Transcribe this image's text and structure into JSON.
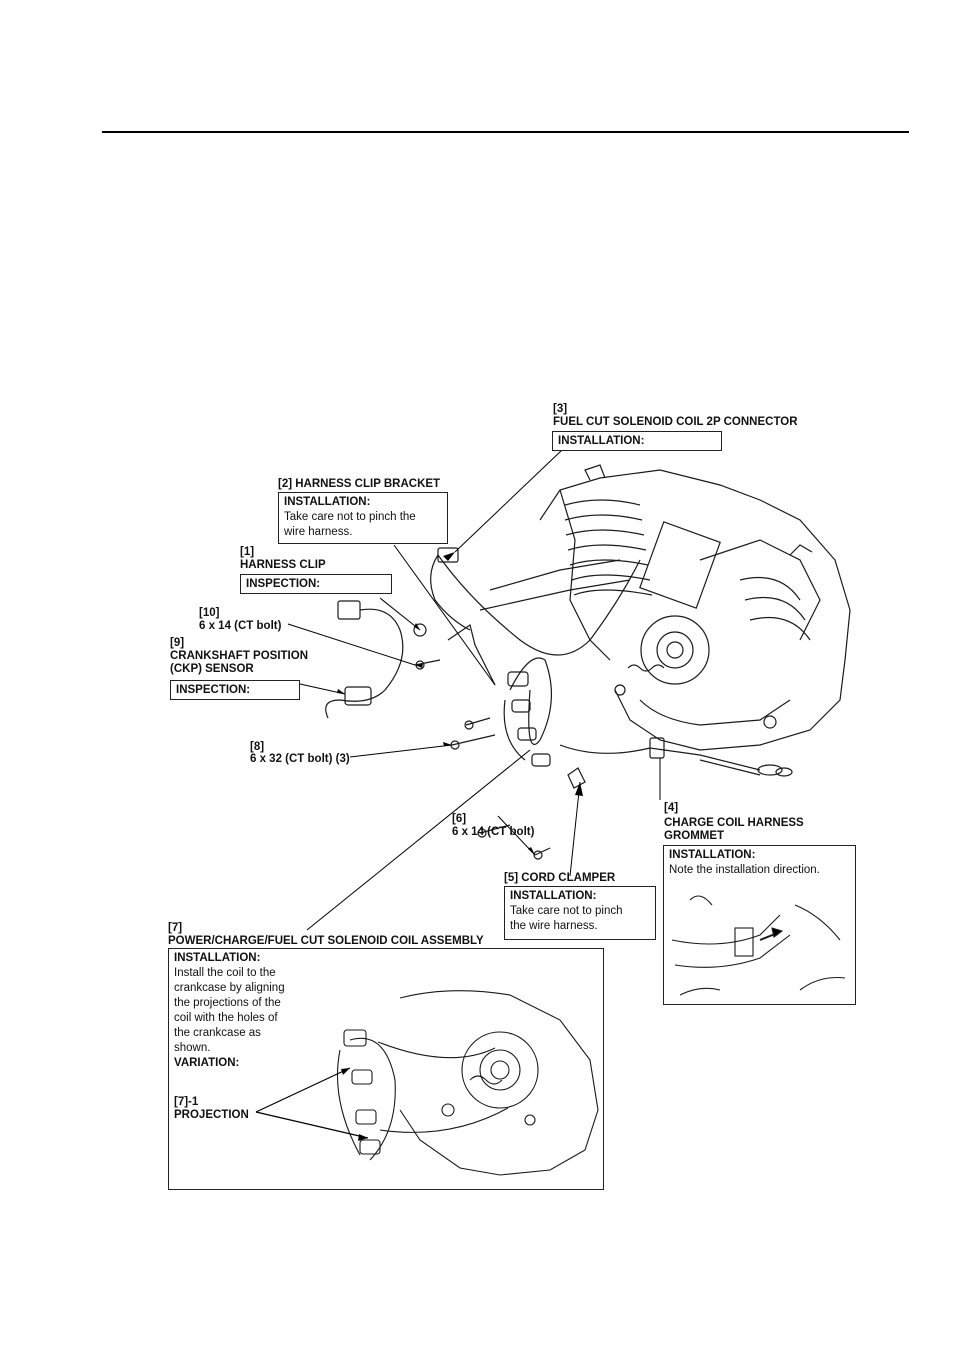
{
  "callouts": {
    "c3": {
      "num": "[3]",
      "name": "FUEL CUT SOLENOID COIL 2P CONNECTOR",
      "box_heading": "INSTALLATION:"
    },
    "c2": {
      "name": "[2] HARNESS CLIP BRACKET",
      "box_heading": "INSTALLATION:",
      "box_text_1": "Take care not to pinch the",
      "box_text_2": "wire harness."
    },
    "c1": {
      "num": "[1]",
      "name": "HARNESS CLIP",
      "box_heading": "INSPECTION:"
    },
    "c10": {
      "num": "[10]",
      "name": "6 x 14 (CT bolt)"
    },
    "c9": {
      "num": "[9]",
      "name_1": "CRANKSHAFT POSITION",
      "name_2": "(CKP) SENSOR",
      "box_heading": "INSPECTION:"
    },
    "c8": {
      "num": "[8]",
      "name": "6 x 32 (CT bolt) (3)"
    },
    "c6": {
      "num": "[6]",
      "name": "6 x 14 (CT bolt)"
    },
    "c4": {
      "num": "[4]",
      "name_1": "CHARGE COIL HARNESS",
      "name_2": "GROMMET",
      "box_heading": "INSTALLATION:",
      "box_text": "Note the installation direction."
    },
    "c5": {
      "name": "[5] CORD CLAMPER",
      "box_heading": "INSTALLATION:",
      "box_text_1": "Take care not to pinch",
      "box_text_2": "the wire harness."
    },
    "c7": {
      "num": "[7]",
      "name": "POWER/CHARGE/FUEL CUT SOLENOID COIL ASSEMBLY",
      "box_heading": "INSTALLATION:",
      "lines": [
        "Install the coil to the",
        "crankcase by aligning",
        "the projections of the",
        "coil with the holes of",
        "the crankcase as",
        "shown."
      ],
      "variation": "VARIATION:",
      "sub_num": "[7]-1",
      "sub_name": "PROJECTION"
    }
  }
}
